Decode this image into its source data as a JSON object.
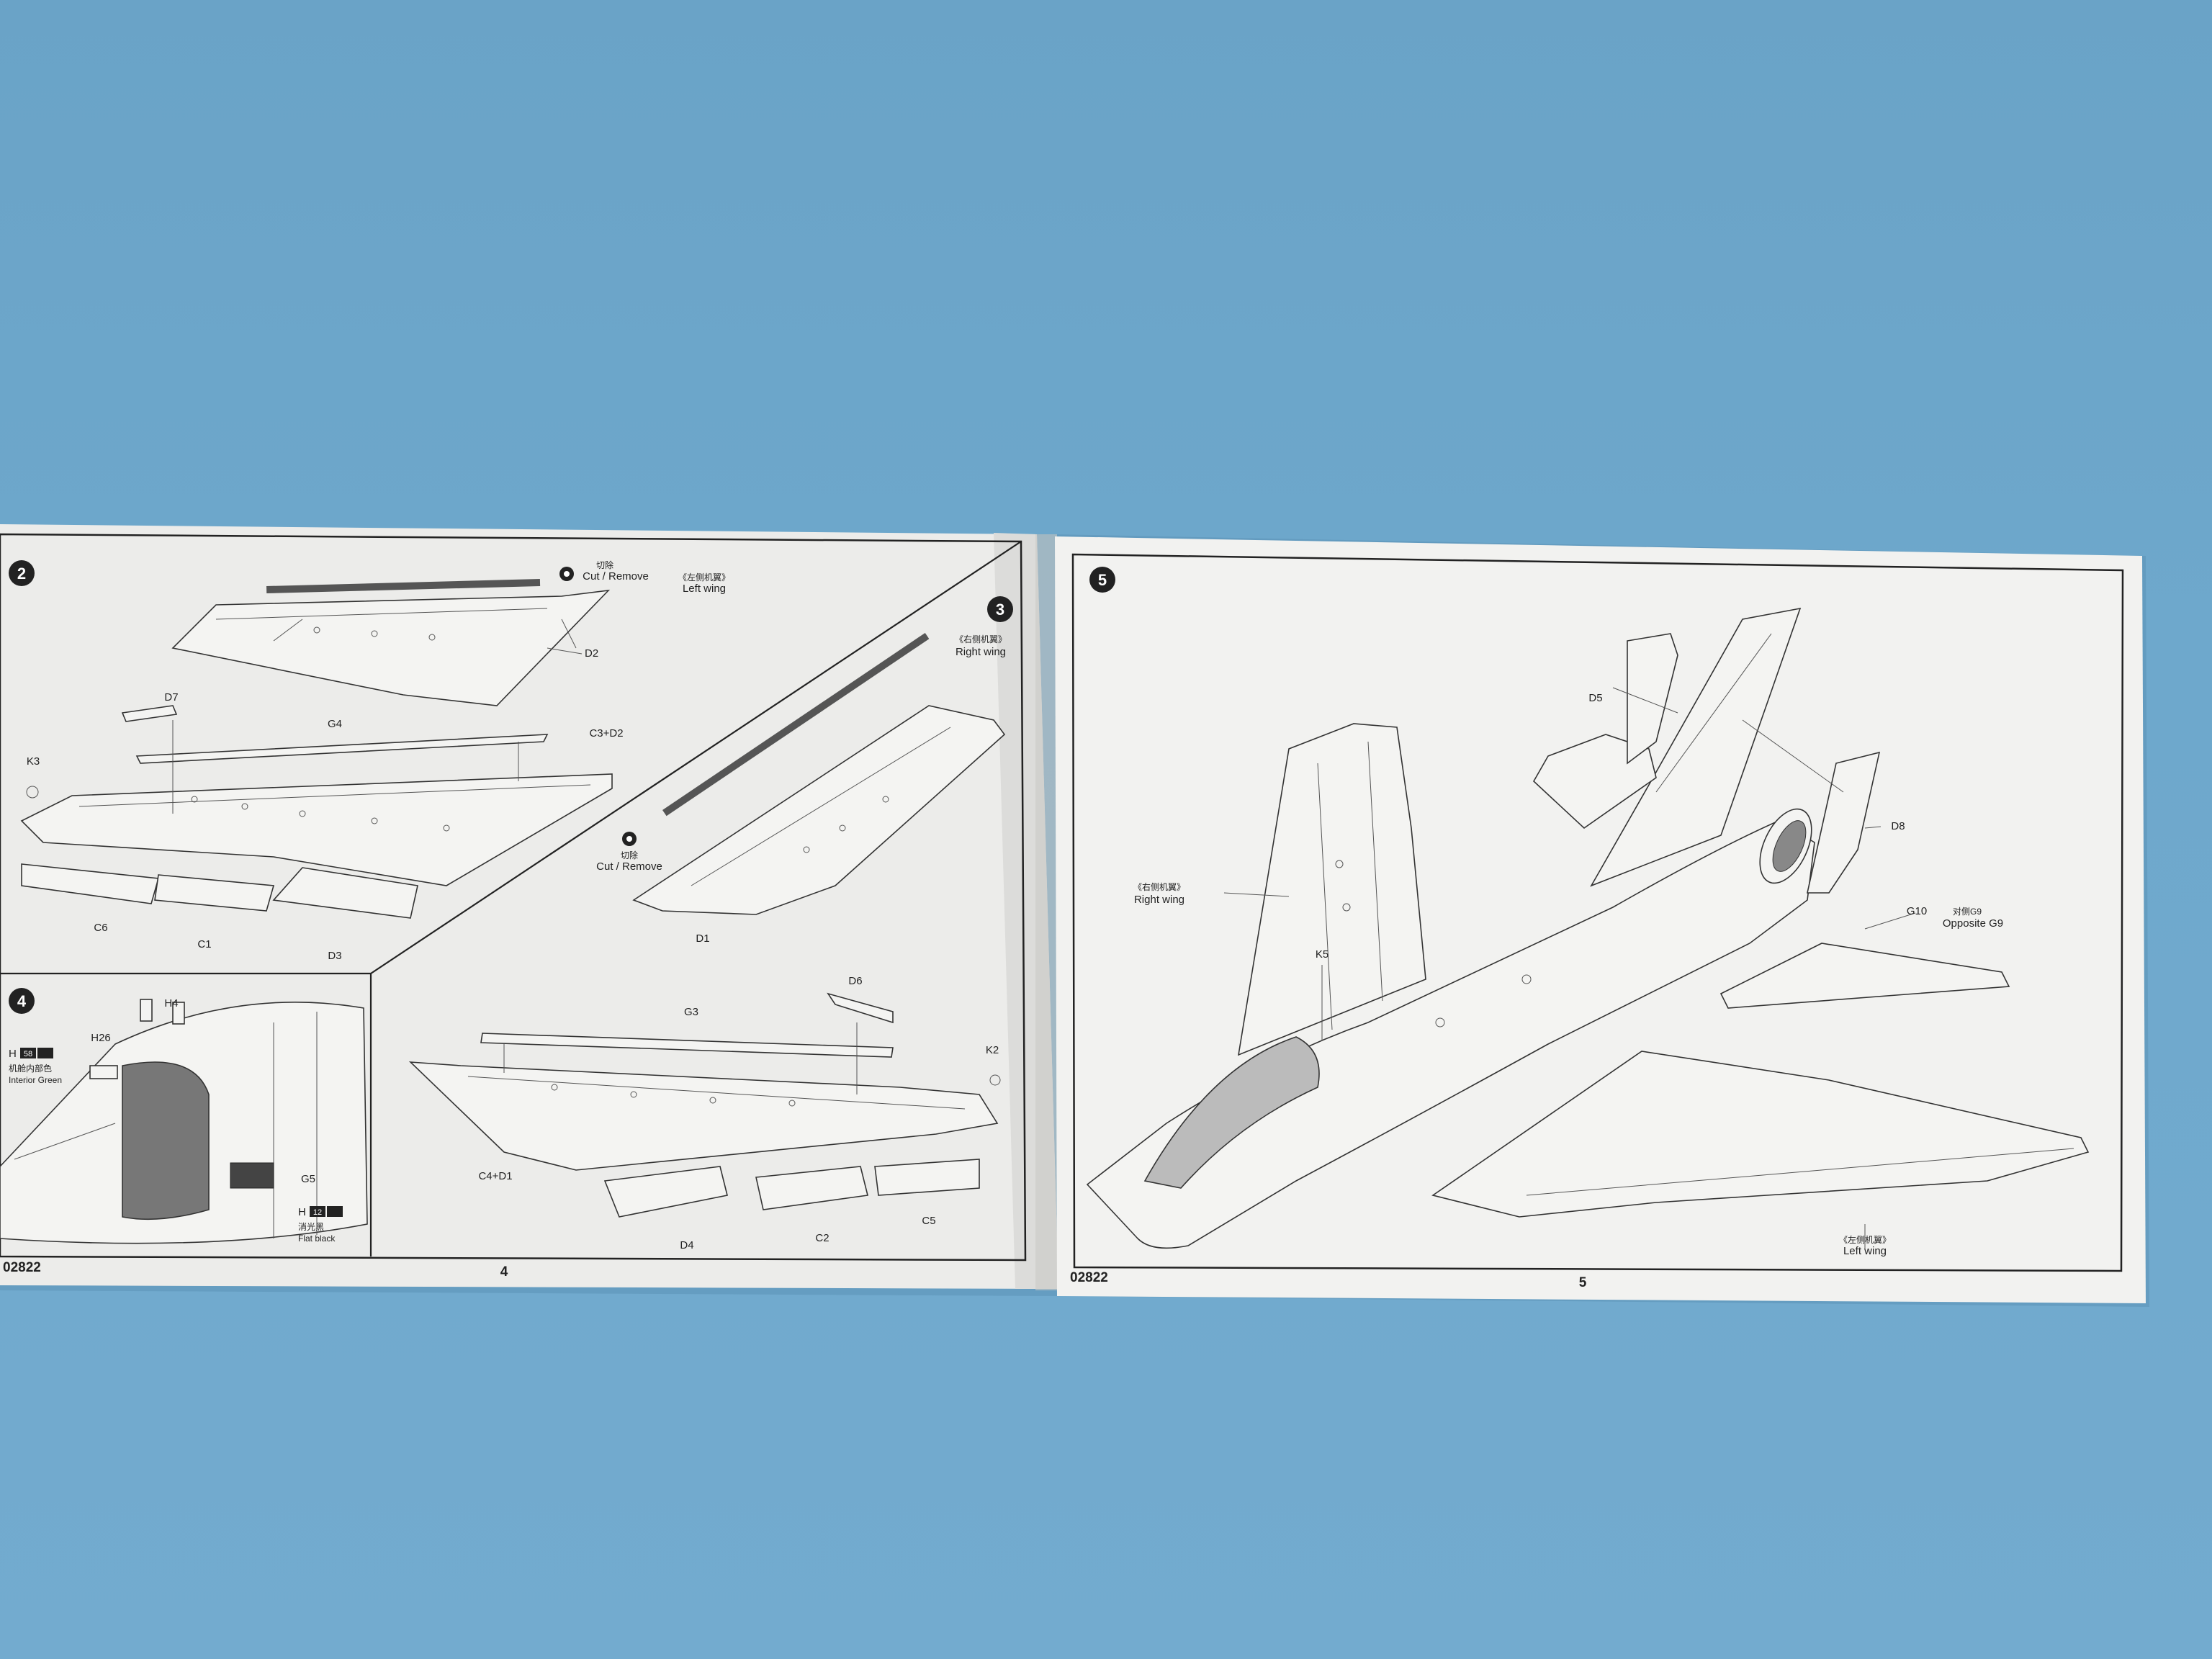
{
  "booklet": {
    "left_page": {
      "code": "02822",
      "page_number": "4",
      "steps": [
        {
          "number": "2",
          "cut_cn": "切除",
          "cut_en": "Cut / Remove",
          "wing_cn": "《左侧机翼》",
          "wing_en": "Left wing",
          "parts": [
            "D2",
            "D7",
            "G4",
            "C3+D2",
            "K3",
            "C6",
            "C1",
            "D3"
          ]
        },
        {
          "number": "3",
          "wing_cn": "《右侧机翼》",
          "wing_en": "Right wing",
          "cut_cn": "切除",
          "cut_en": "Cut / Remove",
          "parts": [
            "D1",
            "D6",
            "G3",
            "K2",
            "C4+D1",
            "D4",
            "C2",
            "C5"
          ]
        },
        {
          "number": "4",
          "parts": [
            "H4",
            "H26",
            "G5"
          ],
          "paint": [
            {
              "code": "H",
              "num": "58",
              "cn": "机舱内部色",
              "en": "Interior Green"
            },
            {
              "code": "H",
              "num": "12",
              "cn": "消光黑",
              "en": "Flat black"
            }
          ]
        }
      ]
    },
    "right_page": {
      "code": "02822",
      "page_number": "5",
      "steps": [
        {
          "number": "5",
          "parts": [
            "D5",
            "D8",
            "K5",
            "G10"
          ],
          "right_wing_cn": "《右侧机翼》",
          "right_wing_en": "Right wing",
          "left_wing_cn": "《左侧机翼》",
          "left_wing_en": "Left wing",
          "opposite_cn": "对侧G9",
          "opposite_en": "Opposite G9"
        }
      ]
    }
  }
}
